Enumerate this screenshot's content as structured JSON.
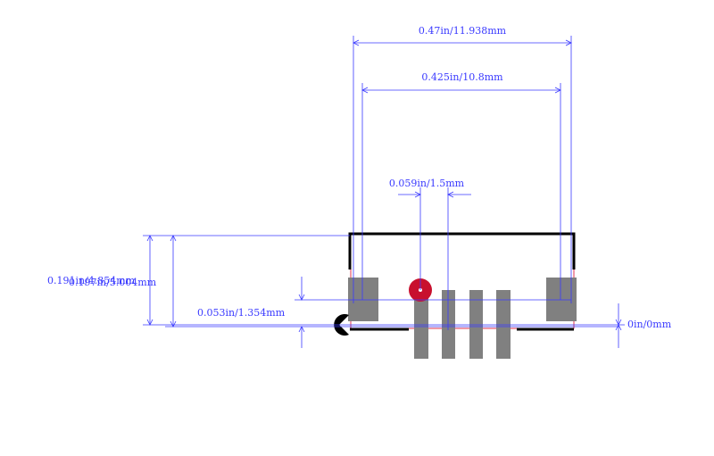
{
  "colors": {
    "background": "#ffffff",
    "dimension": "#3a3aff",
    "outline": "#000000",
    "pad": "#808080",
    "courtyard": "#e0334d",
    "pin1_marker": "#c8102e"
  },
  "dimensions": {
    "overall_width": "0.47in/11.938mm",
    "pad_span": "0.425in/10.8mm",
    "pin_pitch": "0.059in/1.5mm",
    "overall_height": "0.191in/4.854mm",
    "inner_height": "0.197in/5.004mm",
    "pad_offset": "0.053in/1.354mm",
    "origin": "0in/0mm"
  },
  "icons": {
    "pin1": "pin1-marker-icon",
    "orientation": "half-circle-icon"
  }
}
